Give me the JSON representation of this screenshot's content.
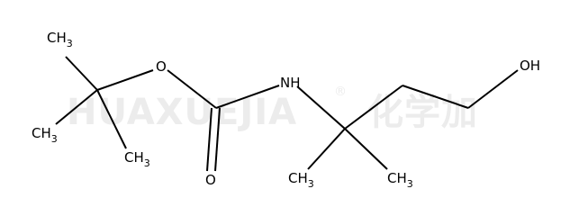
{
  "watermark": {
    "brand": "HUAXUEJIA",
    "registered": "®",
    "chinese": "化学加"
  },
  "atoms": {
    "ch3_top": {
      "main": "CH",
      "sub": "3"
    },
    "ch3_left": {
      "main": "CH",
      "sub": "3"
    },
    "ch3_right_tbu": {
      "main": "CH",
      "sub": "3"
    },
    "o_ester": {
      "label": "O"
    },
    "o_carbonyl": {
      "label": "O"
    },
    "nh": {
      "label": "NH"
    },
    "ch3_bottom_left": {
      "main": "CH",
      "sub": "3"
    },
    "ch3_bottom_right": {
      "main": "CH",
      "sub": "3"
    },
    "oh": {
      "label": "OH"
    }
  },
  "colors": {
    "bond": "#000000",
    "text": "#000000",
    "watermark": "#ececec"
  }
}
